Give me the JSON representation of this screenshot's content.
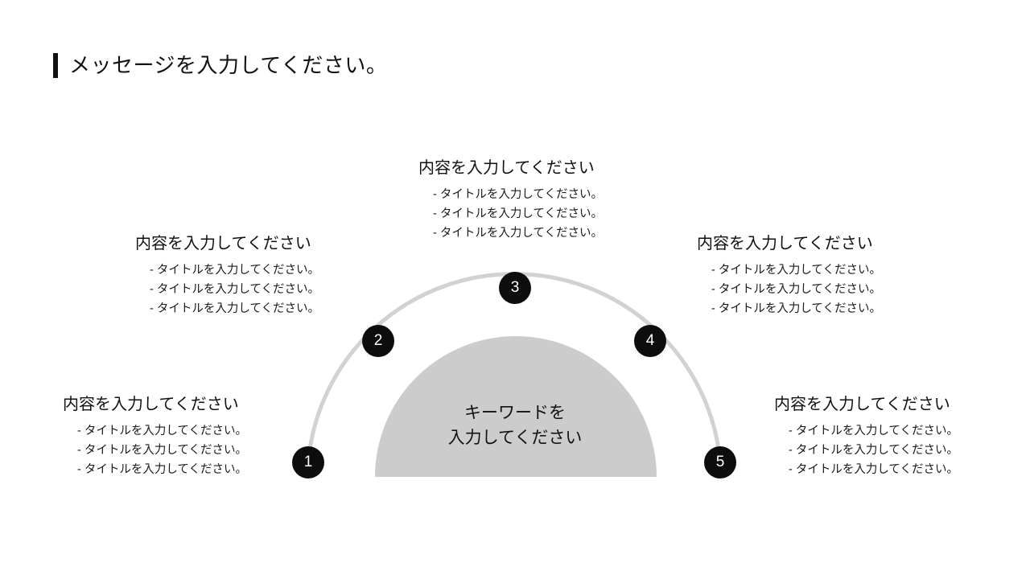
{
  "slide": {
    "title": "メッセージを入力してください。",
    "background_color": "#FFFFFF",
    "accent_color": "#111111",
    "arc_color": "#D2D2D2",
    "hemisphere_color": "#CCCCCC"
  },
  "center": {
    "label_line1": "キーワードを",
    "label_line2": "入力してください",
    "label": "キーワードを\n入力してください"
  },
  "steps": [
    {
      "number": "1",
      "heading": "内容を入力してください",
      "bullets": [
        "- タイトルを入力してください。",
        "- タイトルを入力してください。",
        "- タイトルを入力してください。"
      ]
    },
    {
      "number": "2",
      "heading": "内容を入力してください",
      "bullets": [
        "- タイトルを入力してください。",
        "- タイトルを入力してください。",
        "- タイトルを入力してください。"
      ]
    },
    {
      "number": "3",
      "heading": "内容を入力してください",
      "bullets": [
        "- タイトルを入力してください。",
        "- タイトルを入力してください。",
        "- タイトルを入力してください。"
      ]
    },
    {
      "number": "4",
      "heading": "内容を入力してください",
      "bullets": [
        "- タイトルを入力してください。",
        "- タイトルを入力してください。",
        "- タイトルを入力してください。"
      ]
    },
    {
      "number": "5",
      "heading": "内容を入力してください",
      "bullets": [
        "- タイトルを入力してください。",
        "- タイトルを入力してください。",
        "- タイトルを入力してください。"
      ]
    }
  ]
}
